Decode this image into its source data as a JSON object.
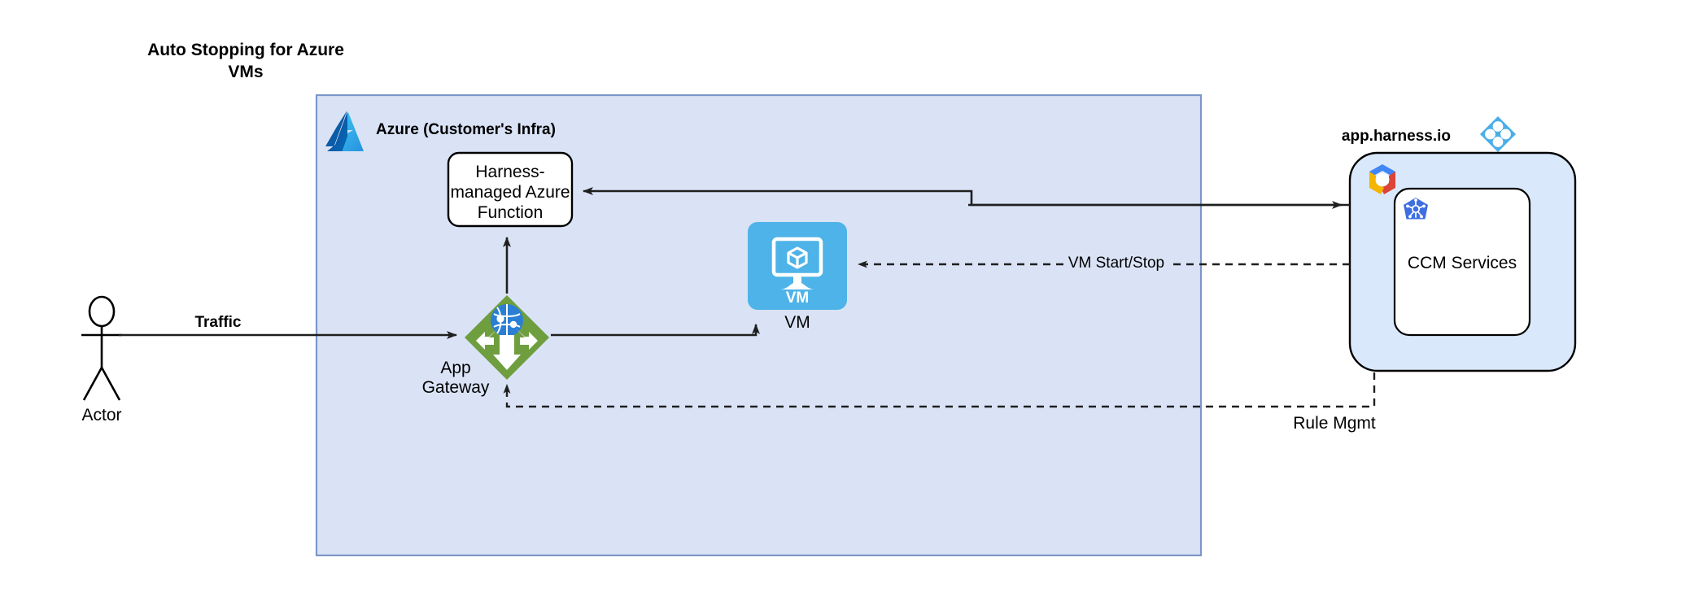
{
  "diagram": {
    "title": "Auto Stopping for Azure VMs",
    "title_line_1": "Auto Stopping for Azure",
    "title_line_2": "VMs",
    "background_color": "#ffffff"
  },
  "azure_group": {
    "label": "Azure (Customer's Infra)",
    "fill_color": "#dae3f6",
    "border_color": "#7b96c8",
    "icon": "azure-logo-icon"
  },
  "harness_group": {
    "label": "app.harness.io",
    "fill_color": "#dae8fc",
    "border_color": "#000000",
    "icon": "harness-logo-icon",
    "cloud_icon": "google-cloud-icon"
  },
  "nodes": {
    "actor": {
      "label": "Actor",
      "icon": "actor-stick-figure-icon"
    },
    "azure_function": {
      "label": "Harness-managed Azure Function",
      "line_1": "Harness-",
      "line_2": "managed Azure",
      "line_3": "Function",
      "fill_color": "#ffffff",
      "border_color": "#000000"
    },
    "app_gateway": {
      "label": "App Gateway",
      "line_1": "App",
      "line_2": "Gateway",
      "icon": "azure-application-gateway-icon",
      "fill_color": "#6f9e3f"
    },
    "vm": {
      "label": "VM",
      "inner_label": "VM",
      "icon": "azure-vm-icon",
      "fill_color": "#4eb3e8"
    },
    "ccm_services": {
      "label": "CCM Services",
      "icon": "kubernetes-icon",
      "fill_color": "#ffffff",
      "border_color": "#000000"
    }
  },
  "edges": [
    {
      "id": "actor-to-gateway",
      "label": "Traffic",
      "from": "actor",
      "to": "app_gateway",
      "style": "solid"
    },
    {
      "id": "gateway-to-vm",
      "label": "",
      "from": "app_gateway",
      "to": "vm",
      "style": "solid"
    },
    {
      "id": "gateway-to-function",
      "label": "",
      "from": "app_gateway",
      "to": "azure_function",
      "style": "solid"
    },
    {
      "id": "function-to-harness",
      "label": "",
      "from": "azure_function",
      "to": "harness_group",
      "style": "solid"
    },
    {
      "id": "ccm-to-vm",
      "label": "VM Start/Stop",
      "from": "ccm_services",
      "to": "vm",
      "style": "dashed"
    },
    {
      "id": "harness-to-gateway",
      "label": "Rule Mgmt",
      "from": "harness_group",
      "to": "app_gateway",
      "style": "dashed"
    }
  ],
  "edge_labels": {
    "traffic": "Traffic",
    "vm_start_stop": "VM Start/Stop",
    "rule_mgmt": "Rule Mgmt"
  }
}
